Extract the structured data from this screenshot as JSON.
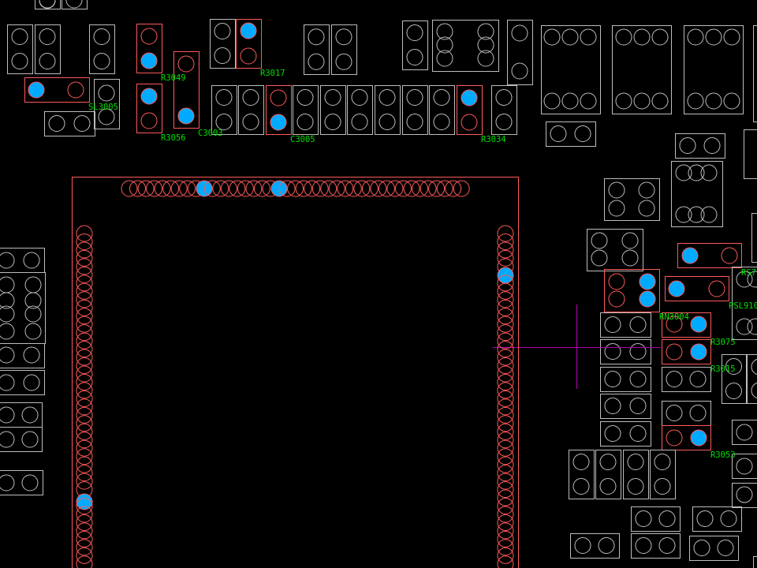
{
  "view": "pcb-layout",
  "colors": {
    "background": "#000000",
    "footprint_outline": "#bdbdbd",
    "selected_outline": "#ff5a5a",
    "highlighted_pad": "#00aaff",
    "designator_text": "#00e000",
    "crosshair": "#b000b0"
  },
  "designators": {
    "r3049": "R3049",
    "r3017": "R3017",
    "sl3005": "SL3005",
    "r3056": "R3056",
    "c3003": "C3003",
    "c3005": "C3005",
    "r3034": "R3034",
    "rs7": "RS7",
    "psl910": "PSL910",
    "rn3004": "RN3004",
    "r3075": "R3075",
    "r3015": "R3015",
    "r3053": "R3053"
  }
}
